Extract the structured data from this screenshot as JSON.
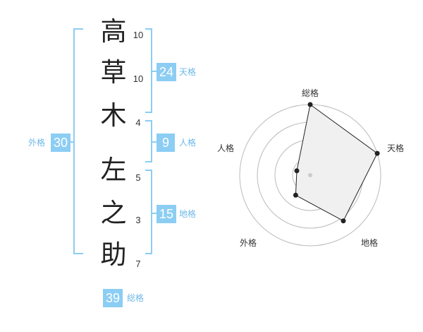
{
  "characters": [
    {
      "char": "高",
      "strokes": "10"
    },
    {
      "char": "草",
      "strokes": "10"
    },
    {
      "char": "木",
      "strokes": "4"
    },
    {
      "char": "左",
      "strokes": "5"
    },
    {
      "char": "之",
      "strokes": "3"
    },
    {
      "char": "助",
      "strokes": "7"
    }
  ],
  "fortunes": {
    "tenkaku": {
      "value": "24",
      "label": "天格"
    },
    "jinkaku": {
      "value": "9",
      "label": "人格"
    },
    "chikaku": {
      "value": "15",
      "label": "地格"
    },
    "gaikaku": {
      "value": "30",
      "label": "外格"
    },
    "soukaku": {
      "value": "39",
      "label": "総格"
    }
  },
  "radar": {
    "axes": [
      "総格",
      "天格",
      "地格",
      "外格",
      "人格"
    ],
    "levels": 4,
    "values": [
      1.0,
      1.0,
      0.8,
      0.35,
      0.2
    ],
    "fill_color": "#f0f0f0",
    "line_color": "#222222",
    "ring_color": "#bbbbbb",
    "center_color": "#cccccc"
  },
  "colors": {
    "accent": "#8ccdf3",
    "accent_text": "#6fb8e8"
  }
}
